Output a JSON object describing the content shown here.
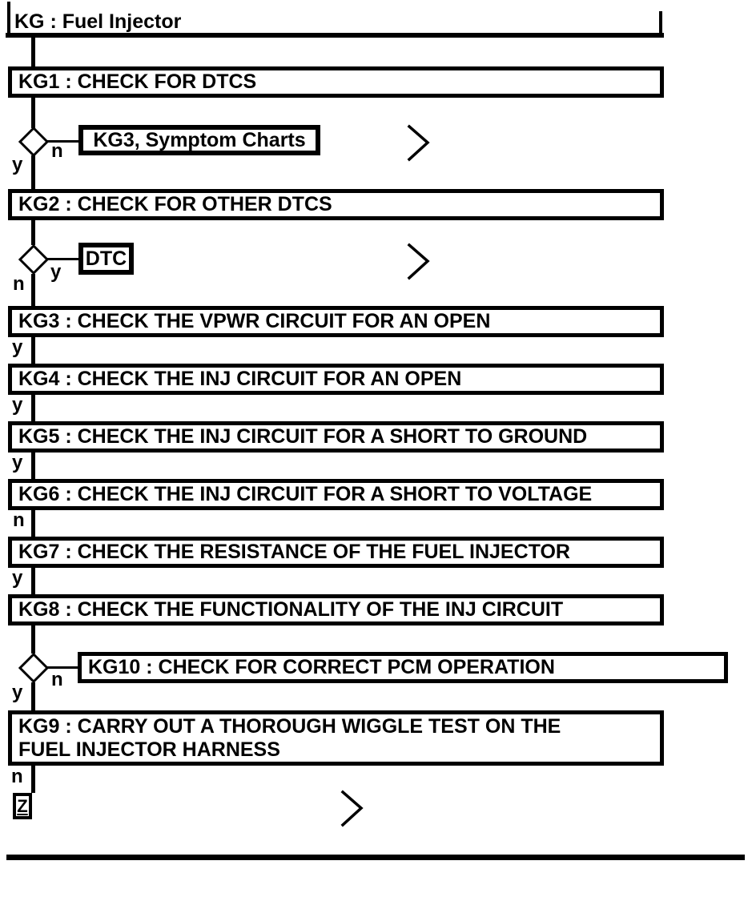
{
  "diagram": {
    "title": "KG : Fuel Injector",
    "steps": {
      "kg1": "KG1 : CHECK FOR DTCS",
      "kg2": "KG2 : CHECK FOR OTHER DTCS",
      "kg3": "KG3 : CHECK THE VPWR CIRCUIT FOR AN OPEN",
      "kg4": "KG4 : CHECK THE INJ CIRCUIT FOR AN OPEN",
      "kg5": "KG5 : CHECK THE INJ CIRCUIT FOR A SHORT TO GROUND",
      "kg6": "KG6 : CHECK THE INJ CIRCUIT FOR A SHORT TO VOLTAGE",
      "kg7": "KG7 : CHECK THE RESISTANCE OF THE FUEL INJECTOR",
      "kg8": "KG8 : CHECK THE FUNCTIONALITY OF THE INJ CIRCUIT",
      "kg9_line1": "KG9 : CARRY OUT A THOROUGH WIGGLE TEST ON THE",
      "kg9_line2": "FUEL INJECTOR HARNESS",
      "kg10": "KG10 : CHECK FOR CORRECT PCM OPERATION"
    },
    "references": {
      "symptom_charts": "KG3, Symptom Charts",
      "dtc": "DTC",
      "z_connector": "Z"
    },
    "branches": {
      "d1_no": "n",
      "d1_yes": "y",
      "d2_yes": "y",
      "d2_no": "n",
      "kg3_exit": "y",
      "kg4_exit": "y",
      "kg5_exit": "y",
      "kg6_exit": "n",
      "kg7_exit": "y",
      "d3_no": "n",
      "d3_yes": "y",
      "kg9_exit": "n"
    },
    "colors": {
      "line": "#000000",
      "background": "#ffffff"
    }
  }
}
